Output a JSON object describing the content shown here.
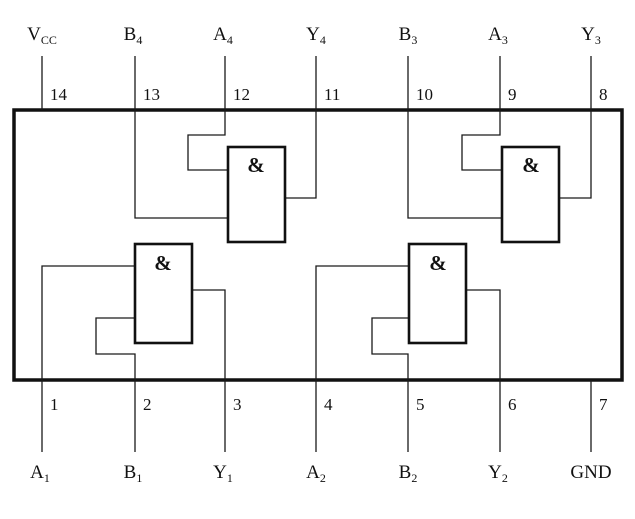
{
  "chip": {
    "top_pins": [
      {
        "pin": "14",
        "name": "V",
        "sub": "CC"
      },
      {
        "pin": "13",
        "name": "B",
        "sub": "4"
      },
      {
        "pin": "12",
        "name": "A",
        "sub": "4"
      },
      {
        "pin": "11",
        "name": "Y",
        "sub": "4"
      },
      {
        "pin": "10",
        "name": "B",
        "sub": "3"
      },
      {
        "pin": "9",
        "name": "A",
        "sub": "3"
      },
      {
        "pin": "8",
        "name": "Y",
        "sub": "3"
      }
    ],
    "bottom_pins": [
      {
        "pin": "1",
        "name": "A",
        "sub": "1"
      },
      {
        "pin": "2",
        "name": "B",
        "sub": "1"
      },
      {
        "pin": "3",
        "name": "Y",
        "sub": "1"
      },
      {
        "pin": "4",
        "name": "A",
        "sub": "2"
      },
      {
        "pin": "5",
        "name": "B",
        "sub": "2"
      },
      {
        "pin": "6",
        "name": "Y",
        "sub": "2"
      },
      {
        "pin": "7",
        "name": "GND",
        "sub": ""
      }
    ],
    "gate_symbol": "&"
  }
}
